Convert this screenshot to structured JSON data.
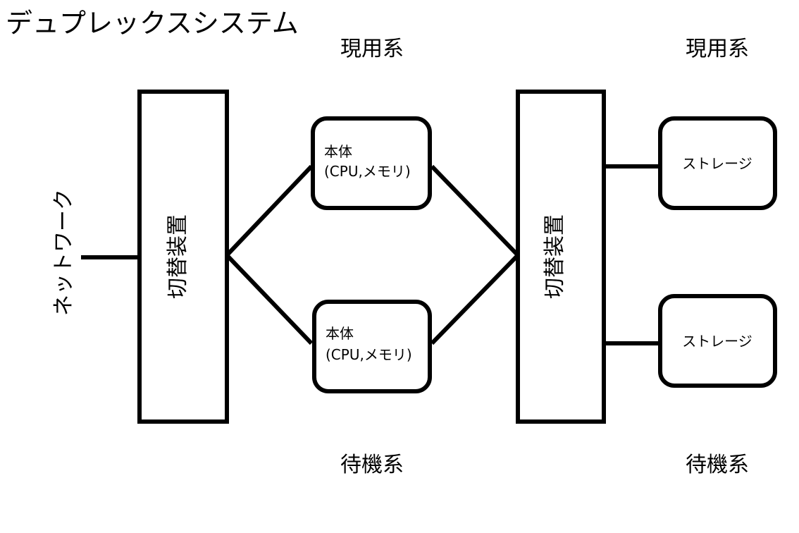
{
  "title": "デュプレックスシステム",
  "columns": [
    {
      "active_label": "現用系",
      "standby_label": "待機系"
    },
    {
      "active_label": "現用系",
      "standby_label": "待機系"
    }
  ],
  "network": {
    "label": "ネットワーク"
  },
  "switches": [
    {
      "label": "切替装置"
    },
    {
      "label": "切替装置"
    }
  ],
  "computers": [
    {
      "line1": "本体",
      "line2": "(CPU,メモリ)"
    },
    {
      "line1": "本体",
      "line2": "(CPU,メモリ)"
    }
  ],
  "storages": [
    {
      "label": "ストレージ"
    },
    {
      "label": "ストレージ"
    }
  ],
  "colors": {
    "stroke": "#000000",
    "background": "#ffffff"
  }
}
